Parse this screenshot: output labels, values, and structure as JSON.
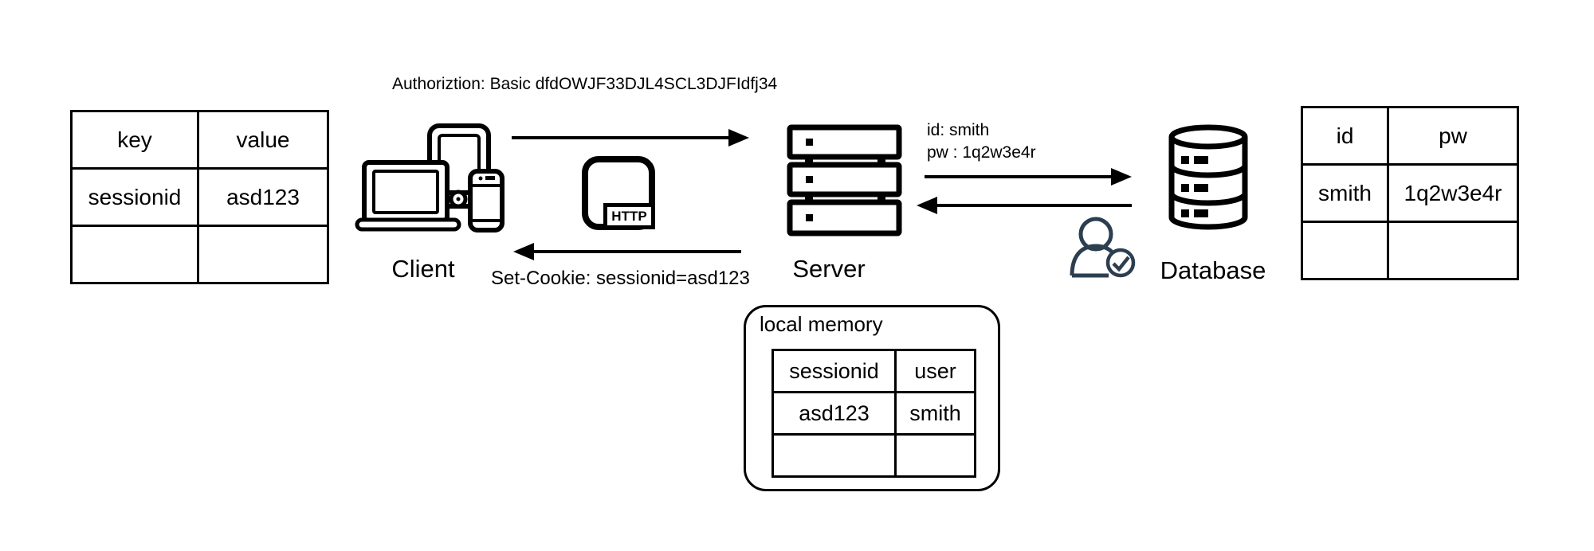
{
  "annotations": {
    "authorization_request": "Authoriztion: Basic dfdOWJF33DJL4SCL3DJFIdfj34",
    "set_cookie_response": "Set-Cookie: sessionid=asd123",
    "db_query_id": "id: smith",
    "db_query_pw": "pw : 1q2w3e4r"
  },
  "nodes": {
    "client": {
      "label": "Client"
    },
    "server": {
      "label": "Server"
    },
    "database": {
      "label": "Database"
    },
    "http_badge": "HTTP",
    "local_memory": {
      "label": "local memory"
    }
  },
  "tables": {
    "client_cookies": {
      "headers": [
        "key",
        "value"
      ],
      "rows": [
        [
          "sessionid",
          "asd123"
        ],
        [
          "",
          ""
        ]
      ]
    },
    "server_local_memory": {
      "headers": [
        "sessionid",
        "user"
      ],
      "rows": [
        [
          "asd123",
          "smith"
        ],
        [
          "",
          ""
        ]
      ]
    },
    "database_users": {
      "headers": [
        "id",
        "pw"
      ],
      "rows": [
        [
          "smith",
          "1q2w3e4r"
        ],
        [
          "",
          ""
        ]
      ]
    }
  },
  "icons": {
    "client": "client-devices-icon",
    "http": "http-protocol-icon",
    "server": "server-rack-icon",
    "database": "database-cylinder-icon",
    "user_check": "user-verified-icon"
  },
  "colors": {
    "line": "#000000",
    "background": "#ffffff",
    "user_verified_icon": "#2c3e50"
  }
}
